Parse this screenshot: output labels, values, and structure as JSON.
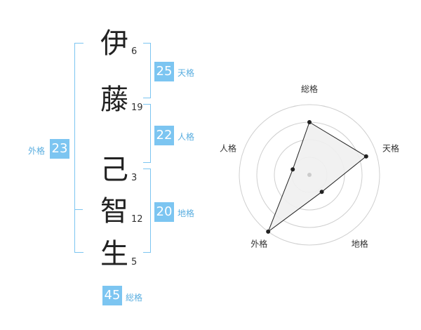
{
  "name": {
    "chars": [
      {
        "char": "伊",
        "strokes": "6"
      },
      {
        "char": "藤",
        "strokes": "19"
      },
      {
        "char": "己",
        "strokes": "3"
      },
      {
        "char": "智",
        "strokes": "12"
      },
      {
        "char": "生",
        "strokes": "5"
      }
    ]
  },
  "fortunes": {
    "ten": {
      "label": "天格",
      "value": "25"
    },
    "jin": {
      "label": "人格",
      "value": "22"
    },
    "chi": {
      "label": "地格",
      "value": "20"
    },
    "gai": {
      "label": "外格",
      "value": "23"
    },
    "sou": {
      "label": "総格",
      "value": "45"
    }
  },
  "colors": {
    "accent": "#7cc5f1",
    "label": "#5aaee0"
  },
  "chart_data": {
    "type": "radar",
    "axes": [
      "総格",
      "天格",
      "地格",
      "外格",
      "人格"
    ],
    "values": [
      0.75,
      0.85,
      0.3,
      1.0,
      0.25
    ],
    "rings": 4
  }
}
